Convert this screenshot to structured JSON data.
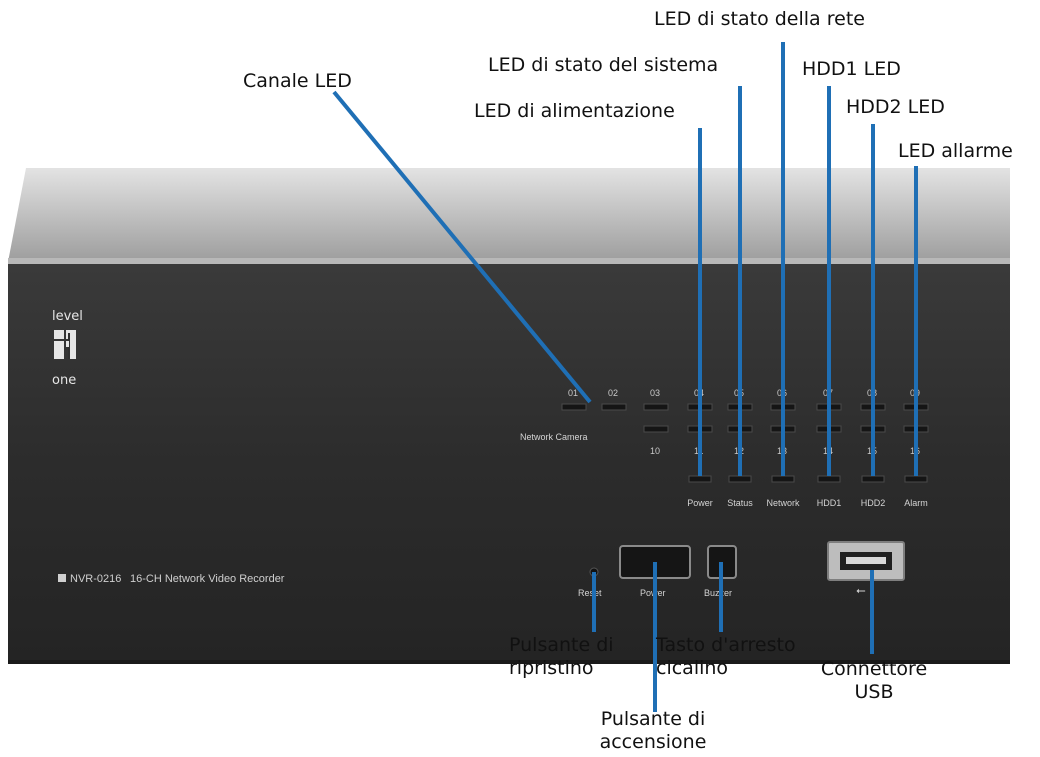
{
  "callouts": {
    "canale_led": "Canale LED",
    "led_stato_rete": "LED di stato della rete",
    "led_stato_sistema": "LED di stato del sistema",
    "hdd1_led": "HDD1 LED",
    "hdd2_led": "HDD2 LED",
    "led_alimentazione": "LED di alimentazione",
    "led_allarme": "LED allarme",
    "pulsante_ripristino": "Pulsante di\nripristino",
    "tasto_arresto": "Tasto d'arresto\ncicalino",
    "connettore_usb": "Connettore\nUSB",
    "pulsante_accensione": "Pulsante di\naccensione"
  },
  "device": {
    "logo_top": "level",
    "logo_bottom": "one",
    "model": "NVR-0216",
    "description": "16-CH Network Video Recorder",
    "network_camera_label": "Network Camera",
    "channels_top": [
      "01",
      "02",
      "03",
      "04",
      "05",
      "06",
      "07",
      "08",
      "09"
    ],
    "channels_bottom": [
      "10",
      "11",
      "12",
      "13",
      "14",
      "15",
      "16"
    ],
    "status_labels": [
      "Power",
      "Status",
      "Network",
      "HDD1",
      "HDD2",
      "Alarm"
    ],
    "button_labels": {
      "reset": "Reset",
      "power": "Power",
      "buzzer": "Buzzer"
    },
    "usb_symbol": "⭠",
    "colors": {
      "callout_line": "#1f6fb5",
      "panel": "#2f2f2f",
      "chassis_top": "#c9c9c9"
    }
  }
}
